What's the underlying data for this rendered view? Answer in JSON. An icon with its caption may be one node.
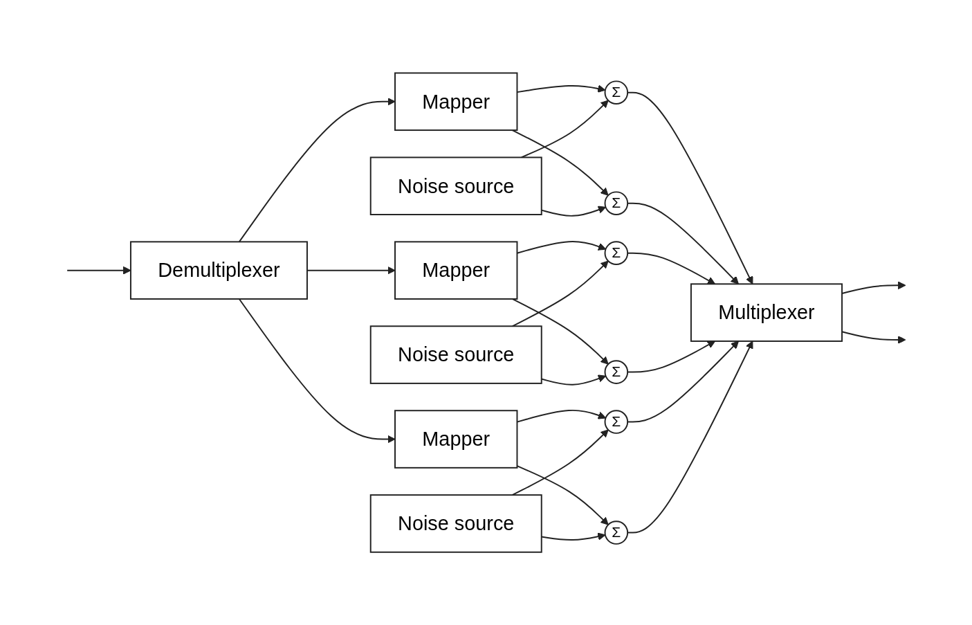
{
  "diagram": {
    "nodes": [
      {
        "text": [
          "Demultiplexer"
        ]
      },
      {
        "text": [
          "Mapper"
        ]
      },
      {
        "text": [
          "Noise source"
        ]
      },
      {
        "text": [
          "Σ"
        ]
      },
      {
        "text": [
          "Σ"
        ]
      },
      {
        "text": [
          "Mapper"
        ]
      },
      {
        "text": [
          "Noise source"
        ]
      },
      {
        "text": [
          "Σ"
        ]
      },
      {
        "text": [
          "Σ"
        ]
      },
      {
        "text": [
          "Mapper"
        ]
      },
      {
        "text": [
          "Noise source"
        ]
      },
      {
        "text": [
          "Σ"
        ]
      },
      {
        "text": [
          "Σ"
        ]
      },
      {
        "text": [
          "Multiplexer"
        ]
      }
    ],
    "edges": [
      {
        "from": null,
        "to": 0,
        "arrow": "to"
      },
      {
        "from": 0,
        "to": 1,
        "arrow": "to"
      },
      {
        "from": 0,
        "to": 5,
        "arrow": "to"
      },
      {
        "from": 0,
        "to": 9,
        "arrow": "to"
      },
      {
        "from": 1,
        "to": 3,
        "arrow": "to"
      },
      {
        "from": 1,
        "to": 4,
        "arrow": "to"
      },
      {
        "from": 2,
        "to": 3,
        "arrow": "to"
      },
      {
        "from": 2,
        "to": 4,
        "arrow": "to"
      },
      {
        "from": 5,
        "to": 7,
        "arrow": "to"
      },
      {
        "from": 5,
        "to": 8,
        "arrow": "to"
      },
      {
        "from": 6,
        "to": 7,
        "arrow": "to"
      },
      {
        "from": 6,
        "to": 8,
        "arrow": "to"
      },
      {
        "from": 9,
        "to": 11,
        "arrow": "to"
      },
      {
        "from": 9,
        "to": 12,
        "arrow": "to"
      },
      {
        "from": 10,
        "to": 11,
        "arrow": "to"
      },
      {
        "from": 10,
        "to": 12,
        "arrow": "to"
      },
      {
        "from": 3,
        "to": 13,
        "arrow": "to"
      },
      {
        "from": 4,
        "to": 13,
        "arrow": "to"
      },
      {
        "from": 7,
        "to": 13,
        "arrow": "to"
      },
      {
        "from": 8,
        "to": 13,
        "arrow": "to"
      },
      {
        "from": 11,
        "to": 13,
        "arrow": "to"
      },
      {
        "from": 12,
        "to": 13,
        "arrow": "to"
      },
      {
        "from": 13,
        "to": null,
        "arrow": "to"
      },
      {
        "from": 13,
        "to": null,
        "arrow": "to"
      }
    ]
  }
}
